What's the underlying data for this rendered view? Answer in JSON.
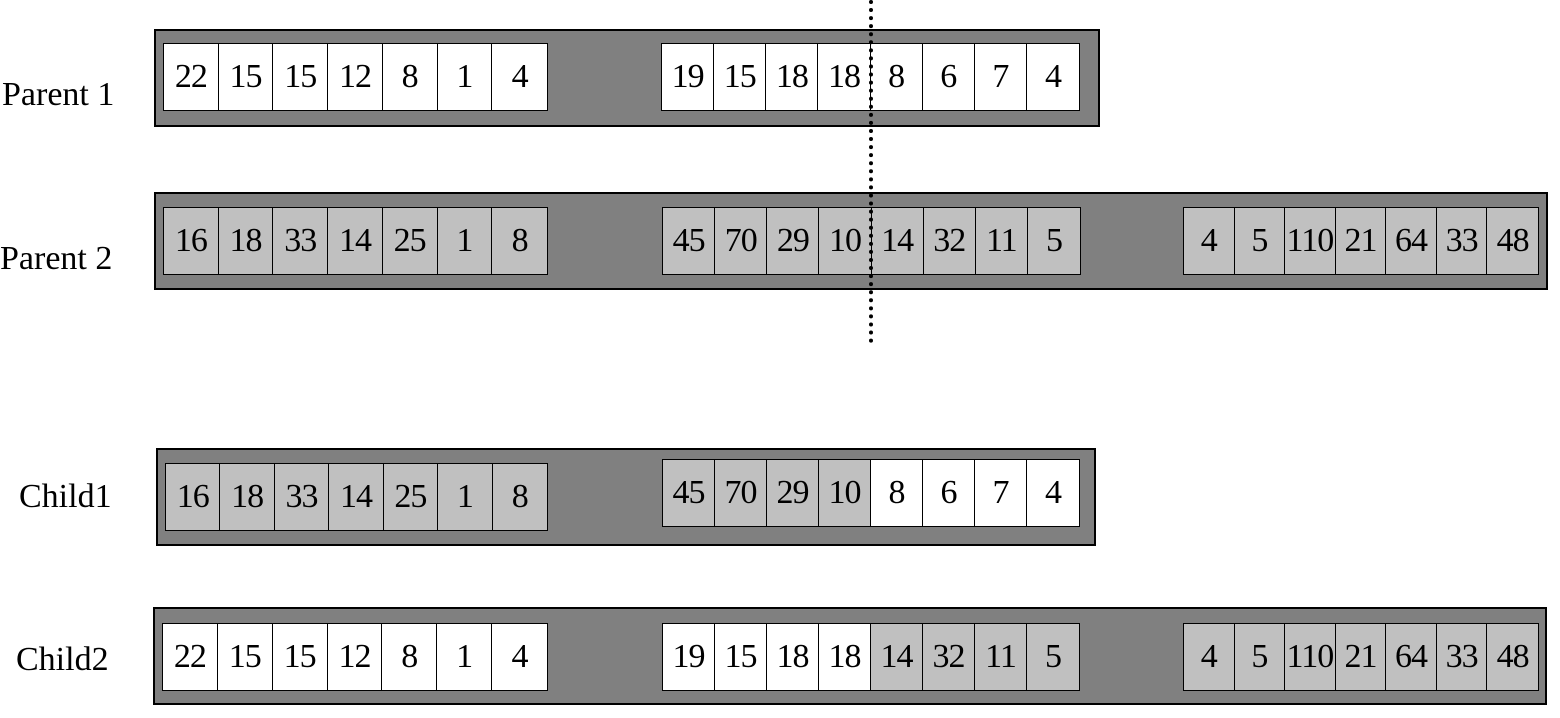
{
  "colors": {
    "chromosome_fill": "#808080",
    "parent1_gene": "#ffffff",
    "parent2_gene": "#c0c0c0",
    "border": "#000000"
  },
  "rows": [
    {
      "label": "Parent 1",
      "groups": [
        {
          "genes": [
            {
              "v": "22",
              "src": "p1"
            },
            {
              "v": "15",
              "src": "p1"
            },
            {
              "v": "15",
              "src": "p1"
            },
            {
              "v": "12",
              "src": "p1"
            },
            {
              "v": "8",
              "src": "p1"
            },
            {
              "v": "1",
              "src": "p1"
            },
            {
              "v": "4",
              "src": "p1"
            }
          ]
        },
        {
          "genes": [
            {
              "v": "19",
              "src": "p1"
            },
            {
              "v": "15",
              "src": "p1"
            },
            {
              "v": "18",
              "src": "p1"
            },
            {
              "v": "18",
              "src": "p1"
            },
            {
              "v": "8",
              "src": "p1"
            },
            {
              "v": "6",
              "src": "p1"
            },
            {
              "v": "7",
              "src": "p1"
            },
            {
              "v": "4",
              "src": "p1"
            }
          ]
        }
      ]
    },
    {
      "label": "Parent 2",
      "groups": [
        {
          "genes": [
            {
              "v": "16",
              "src": "p2"
            },
            {
              "v": "18",
              "src": "p2"
            },
            {
              "v": "33",
              "src": "p2"
            },
            {
              "v": "14",
              "src": "p2"
            },
            {
              "v": "25",
              "src": "p2"
            },
            {
              "v": "1",
              "src": "p2"
            },
            {
              "v": "8",
              "src": "p2"
            }
          ]
        },
        {
          "genes": [
            {
              "v": "45",
              "src": "p2"
            },
            {
              "v": "70",
              "src": "p2"
            },
            {
              "v": "29",
              "src": "p2"
            },
            {
              "v": "10",
              "src": "p2"
            },
            {
              "v": "14",
              "src": "p2"
            },
            {
              "v": "32",
              "src": "p2"
            },
            {
              "v": "11",
              "src": "p2"
            },
            {
              "v": "5",
              "src": "p2"
            }
          ]
        },
        {
          "genes": [
            {
              "v": "4",
              "src": "p2"
            },
            {
              "v": "5",
              "src": "p2"
            },
            {
              "v": "110",
              "src": "p2"
            },
            {
              "v": "21",
              "src": "p2"
            },
            {
              "v": "64",
              "src": "p2"
            },
            {
              "v": "33",
              "src": "p2"
            },
            {
              "v": "48",
              "src": "p2"
            }
          ]
        }
      ]
    },
    {
      "label": "Child1",
      "groups": [
        {
          "genes": [
            {
              "v": "16",
              "src": "p2"
            },
            {
              "v": "18",
              "src": "p2"
            },
            {
              "v": "33",
              "src": "p2"
            },
            {
              "v": "14",
              "src": "p2"
            },
            {
              "v": "25",
              "src": "p2"
            },
            {
              "v": "1",
              "src": "p2"
            },
            {
              "v": "8",
              "src": "p2"
            }
          ]
        },
        {
          "genes": [
            {
              "v": "45",
              "src": "p2"
            },
            {
              "v": "70",
              "src": "p2"
            },
            {
              "v": "29",
              "src": "p2"
            },
            {
              "v": "10",
              "src": "p2"
            },
            {
              "v": "8",
              "src": "p1"
            },
            {
              "v": "6",
              "src": "p1"
            },
            {
              "v": "7",
              "src": "p1"
            },
            {
              "v": "4",
              "src": "p1"
            }
          ]
        }
      ]
    },
    {
      "label": "Child2",
      "groups": [
        {
          "genes": [
            {
              "v": "22",
              "src": "p1"
            },
            {
              "v": "15",
              "src": "p1"
            },
            {
              "v": "15",
              "src": "p1"
            },
            {
              "v": "12",
              "src": "p1"
            },
            {
              "v": "8",
              "src": "p1"
            },
            {
              "v": "1",
              "src": "p1"
            },
            {
              "v": "4",
              "src": "p1"
            }
          ]
        },
        {
          "genes": [
            {
              "v": "19",
              "src": "p1"
            },
            {
              "v": "15",
              "src": "p1"
            },
            {
              "v": "18",
              "src": "p1"
            },
            {
              "v": "18",
              "src": "p1"
            },
            {
              "v": "14",
              "src": "p2"
            },
            {
              "v": "32",
              "src": "p2"
            },
            {
              "v": "11",
              "src": "p2"
            },
            {
              "v": "5",
              "src": "p2"
            }
          ]
        },
        {
          "genes": [
            {
              "v": "4",
              "src": "p2"
            },
            {
              "v": "5",
              "src": "p2"
            },
            {
              "v": "110",
              "src": "p2"
            },
            {
              "v": "21",
              "src": "p2"
            },
            {
              "v": "64",
              "src": "p2"
            },
            {
              "v": "33",
              "src": "p2"
            },
            {
              "v": "48",
              "src": "p2"
            }
          ]
        }
      ]
    }
  ]
}
